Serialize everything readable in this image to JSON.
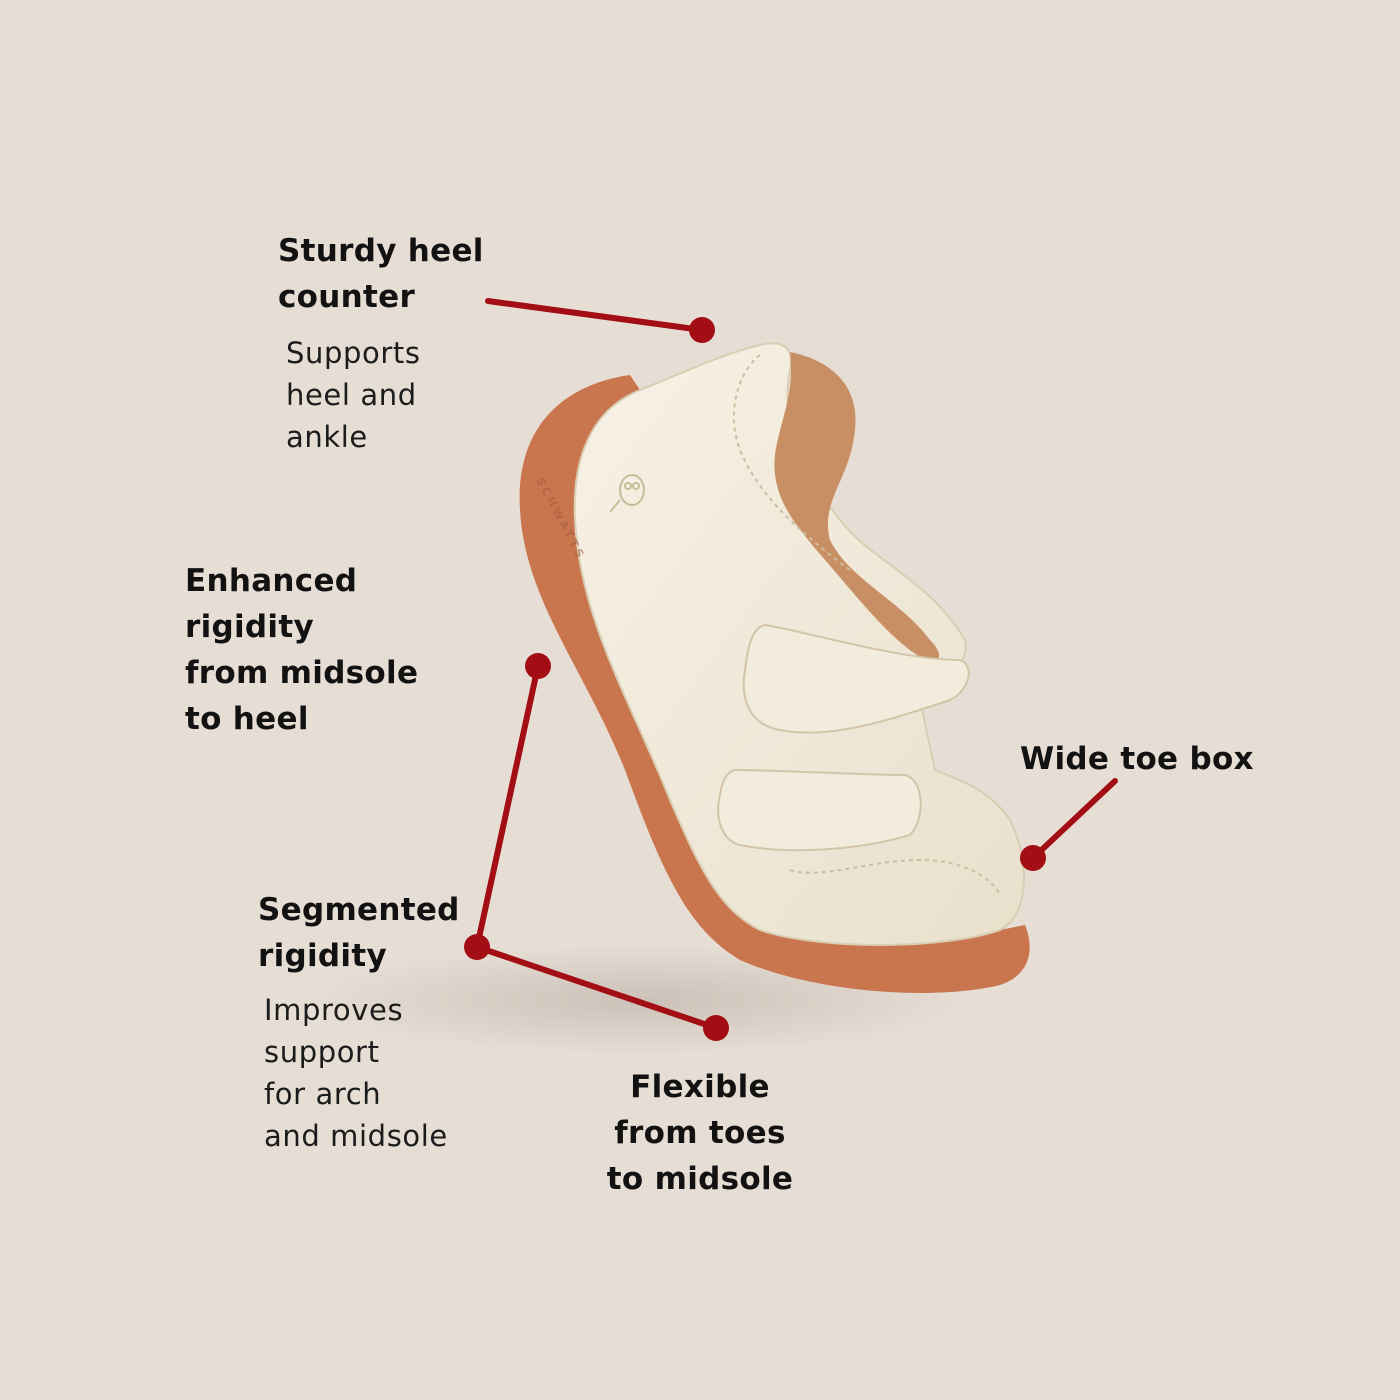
{
  "colors": {
    "background": "#e6ddd4",
    "accent": "#a30d14",
    "upper": "#f2ecdc",
    "sole": "#c9764e",
    "lining": "#c98f64"
  },
  "product": {
    "brand_mark": "SCHWATTS"
  },
  "callouts": {
    "heel_counter": {
      "title": [
        "Sturdy heel",
        "counter"
      ],
      "desc": [
        "Supports",
        "heel and",
        "ankle"
      ]
    },
    "rigidity": {
      "title": [
        "Enhanced",
        "rigidity",
        "from midsole",
        "to heel"
      ]
    },
    "toe_box": {
      "title": [
        "Wide toe box"
      ]
    },
    "segmented": {
      "title": [
        "Segmented",
        "rigidity"
      ],
      "desc": [
        "Improves",
        "support",
        "for arch",
        "and midsole"
      ]
    },
    "flexible": {
      "title": [
        "Flexible",
        "from toes",
        "to midsole"
      ]
    }
  }
}
